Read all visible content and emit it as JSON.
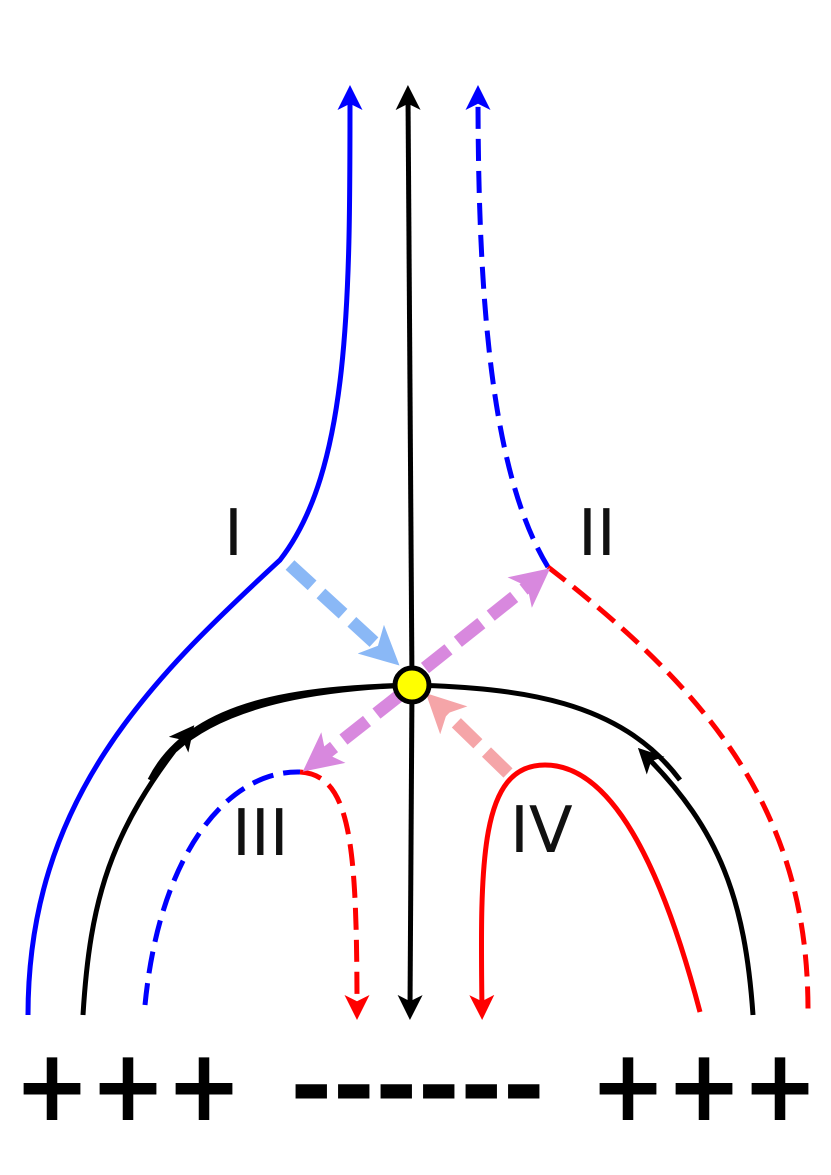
{
  "colors": {
    "blue": "#0000ff",
    "red": "#ff0000",
    "black": "#000000",
    "light_blue": "#8ab8f6",
    "violet": "#d888de",
    "pink": "#f5a5a8",
    "null_point": "#ffff00"
  },
  "labels": {
    "region_1": "I",
    "region_2": "II",
    "region_3": "III",
    "region_4": "IV"
  },
  "charges": {
    "left": "+++",
    "middle": "------",
    "right": "+++"
  }
}
